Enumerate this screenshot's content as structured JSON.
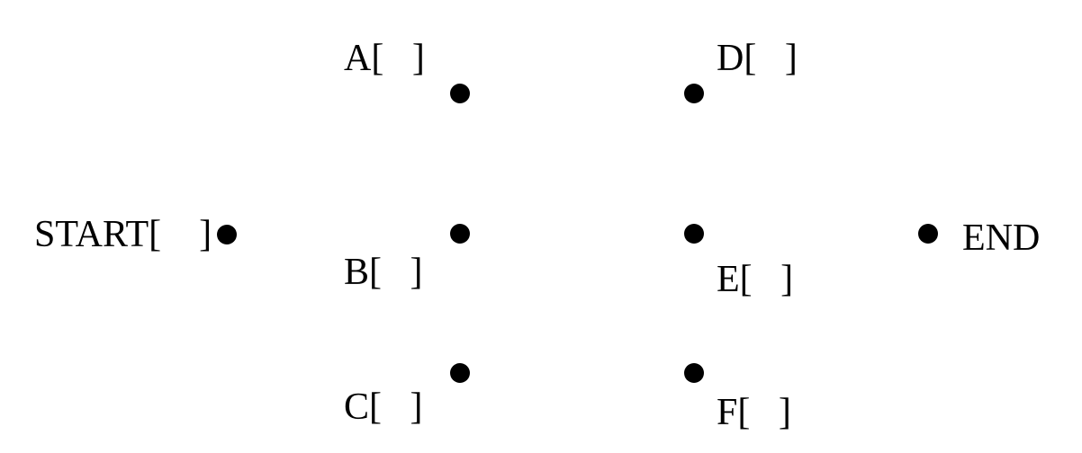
{
  "diagram": {
    "nodes": [
      {
        "id": "start",
        "label": "START[    ]"
      },
      {
        "id": "a",
        "label": "A[   ]"
      },
      {
        "id": "b",
        "label": "B[   ]"
      },
      {
        "id": "c",
        "label": "C[   ]"
      },
      {
        "id": "d",
        "label": "D[   ]"
      },
      {
        "id": "e",
        "label": "E[   ]"
      },
      {
        "id": "f",
        "label": "F[   ]"
      },
      {
        "id": "end",
        "label": "END"
      }
    ],
    "colors": {
      "dot": "#000000",
      "text": "#000000",
      "background": "#ffffff"
    }
  }
}
